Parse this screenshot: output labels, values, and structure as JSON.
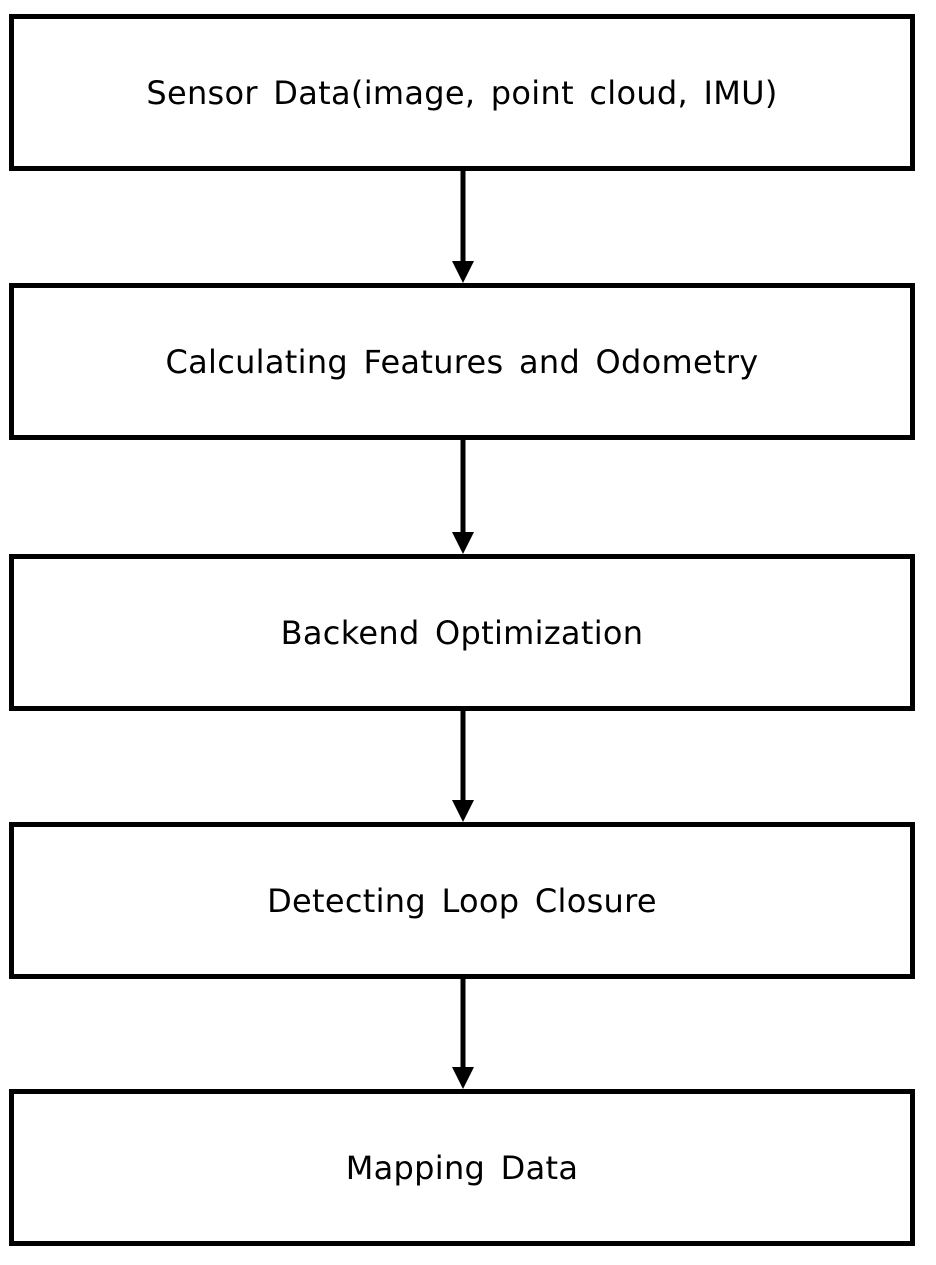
{
  "steps": [
    {
      "label": "Sensor Data(image,  point cloud, IMU)"
    },
    {
      "label": "Calculating Features and Odometry"
    },
    {
      "label": "Backend Optimization"
    },
    {
      "label": "Detecting Loop Closure"
    },
    {
      "label": "Mapping Data"
    }
  ],
  "colors": {
    "stroke": "#000000",
    "background": "#ffffff"
  }
}
